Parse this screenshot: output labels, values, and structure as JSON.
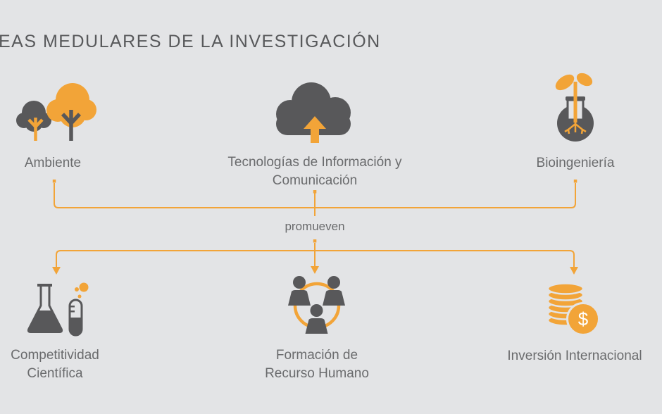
{
  "title": "EAS MEDULARES DE LA INVESTIGACIÓN",
  "promueven_label": "promueven",
  "top_areas": [
    {
      "label": "Ambiente",
      "icon": "trees-icon"
    },
    {
      "label_line1": "Tecnologías de Información y",
      "label_line2": "Comunicación",
      "icon": "cloud-upload-icon"
    },
    {
      "label": "Bioingeniería",
      "icon": "flask-plant-icon"
    }
  ],
  "bottom_areas": [
    {
      "label_line1": "Competitividad",
      "label_line2": "Científica",
      "icon": "beaker-testtube-icon"
    },
    {
      "label_line1": "Formación de",
      "label_line2": "Recurso Humano",
      "icon": "people-circle-icon"
    },
    {
      "label": "Inversión Internacional",
      "icon": "coins-dollar-icon"
    }
  ],
  "icons": {
    "dollar_sign": "$"
  },
  "colors": {
    "background": "#e3e4e6",
    "accent_orange": "#f2a438",
    "icon_dark_gray": "#58585a",
    "text_gray": "#6a6b6d"
  }
}
